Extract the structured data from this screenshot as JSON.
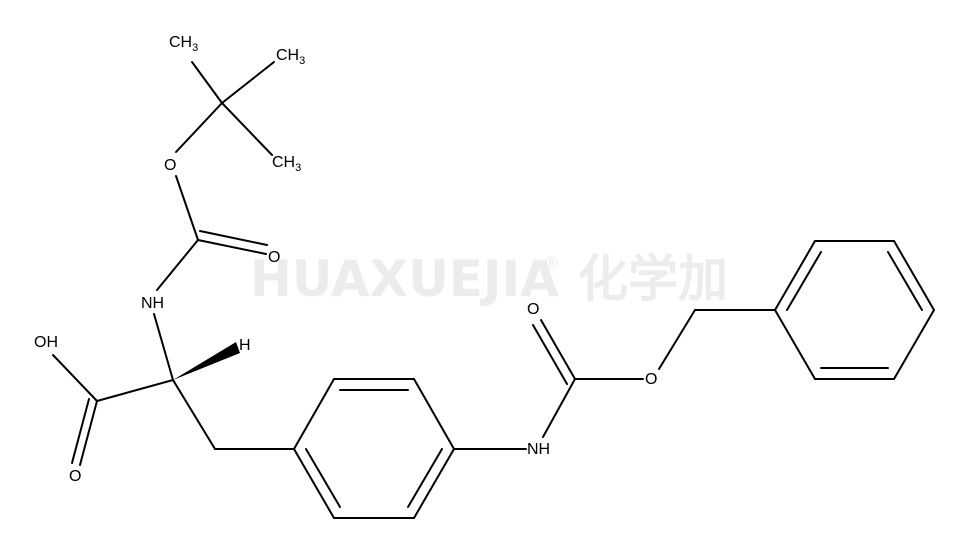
{
  "watermark": {
    "latin": "HUAXUEJIA",
    "registered": "®",
    "chinese": "化学加",
    "color": "#ececec"
  },
  "atoms": {
    "ch3_top": {
      "main": "CH",
      "sub": "3"
    },
    "ch3_right": {
      "main": "CH",
      "sub": "3"
    },
    "ch3_lower": {
      "main": "CH",
      "sub": "3"
    },
    "o_ether_boc": "O",
    "o_carbonyl_boc": "O",
    "nh_alpha": "NH",
    "h_stereo": "H",
    "oh_acid": "OH",
    "o_acid": "O",
    "nh_aryl": "NH",
    "o_carbonyl_cbz": "O",
    "o_ether_cbz": "O"
  },
  "colors": {
    "bond": "#000000",
    "text": "#000000",
    "background": "#ffffff"
  }
}
